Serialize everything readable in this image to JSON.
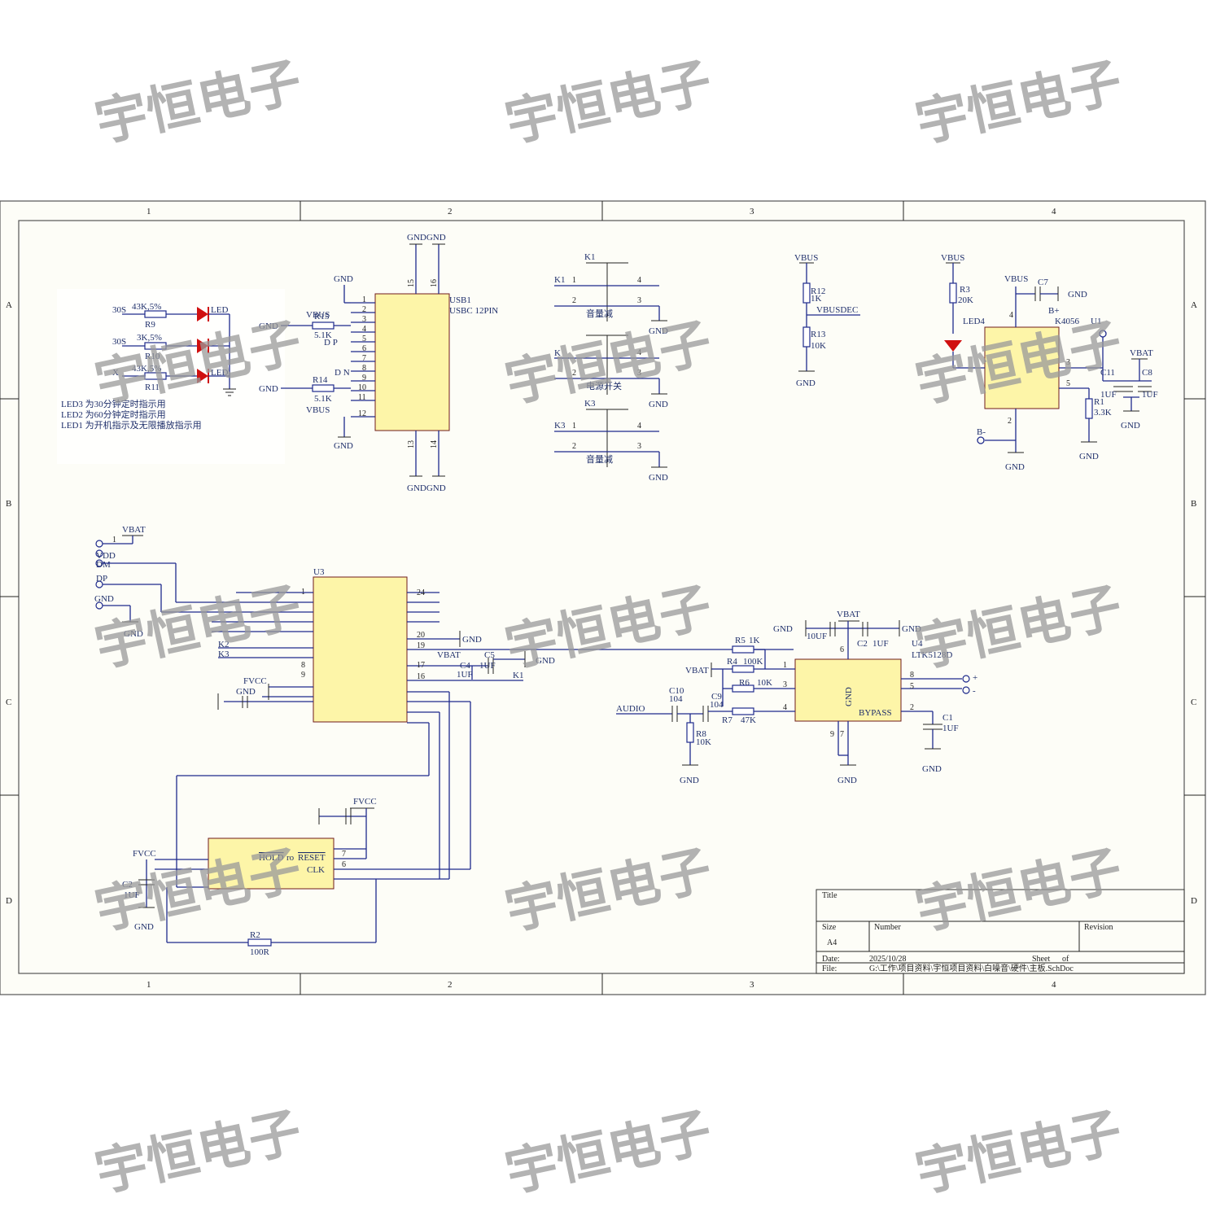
{
  "watermark": "宇恒电子",
  "colors": {
    "wire": "#1e2a8c",
    "chip_fill": "#fdf5a8",
    "chip_border": "#6f1b1b",
    "led": "#d01010",
    "text": "#1f2f6b",
    "sheet": "#fdfdf7"
  },
  "frame": {
    "columns": [
      "1",
      "2",
      "3",
      "4"
    ],
    "rows": [
      "A",
      "B",
      "C",
      "D"
    ]
  },
  "notes": {
    "line1": "LED3 为30分钟定时指示用",
    "line2": "LED2 为60分钟定时指示用",
    "line3": "LED1 为开机指示及无限播放指示用"
  },
  "leds": {
    "in1": "30S",
    "in2": "30S",
    "in3": "X",
    "r1_value": "43K,5%",
    "r2_name": "R9",
    "r2_value": "3K,5%",
    "r3_name": "R10",
    "r3_value": "43K,5%",
    "r4_name": "R11",
    "led_label": "LED"
  },
  "usb": {
    "ref": "USB1",
    "part": "USBC 12PIN",
    "gnd_top": "GNDGND",
    "gnd_bottom": "GNDGND",
    "pin15": "15",
    "pin16": "16",
    "pin13": "13",
    "pin14": "14",
    "pins": [
      "1",
      "2",
      "3",
      "4",
      "5",
      "6",
      "7",
      "8",
      "9",
      "10",
      "11",
      "12"
    ],
    "gnd_left": "GND",
    "vbus_left": "VBUS",
    "r15": "R15",
    "r15_val": "5.1K",
    "r14": "R14",
    "r14_val": "5.1K",
    "dp": "D P",
    "dn": "D N",
    "vbus_pin": "VBUS",
    "gnd1": "GND",
    "gnd2": "GND",
    "gnd3": "GND"
  },
  "switches": {
    "k1_ref": "K1",
    "k1_label": "K1",
    "k1_name": "音量减",
    "k1_gnd": "GND",
    "k2_ref": "K2",
    "k2_label": "K",
    "k2_name": "电源开关",
    "k2_gnd": "GND",
    "k3_ref": "K3",
    "k3_label": "K3",
    "k3_name": "音量减",
    "k3_gnd": "GND",
    "p1": "1",
    "p2": "2",
    "p3": "3",
    "p4": "4"
  },
  "vbusdet": {
    "vbus": "VBUS",
    "r12": "R12",
    "r12_val": "1K",
    "net": "VBUSDEC",
    "r13": "R13",
    "r13_val": "10K",
    "gnd": "GND"
  },
  "charger": {
    "vbus": "VBUS",
    "r3": "R3",
    "r3_val": "20K",
    "vbus2": "VBUS",
    "c7": "C7",
    "gnd_c7": "GND",
    "bplus": "B+",
    "part": "K4056",
    "ref": "U1",
    "led4": "LED4",
    "vbat": "VBAT",
    "c11": "C11",
    "c11_val": "1UF",
    "c8": "C8",
    "c8_val": "1UF",
    "r1": "R1",
    "r1_val": "3.3K",
    "bminus": "B-",
    "gnd1": "GND",
    "gnd2": "GND",
    "gnd3": "GND",
    "p4": "4",
    "p3": "3",
    "p5": "5",
    "p2": "2"
  },
  "mcu": {
    "ref": "U3",
    "vbat": "VBAT",
    "vdd": "VDD",
    "dm": "DM",
    "dp": "DP",
    "gnd": "GND",
    "gnd2": "GND",
    "k2": "K2",
    "k3": "K3",
    "fvcc": "FVCC",
    "gnd3": "GND",
    "pin1": "1",
    "pin24": "24",
    "pin20": "20",
    "pin19": "19",
    "pin17": "17",
    "pin16": "16",
    "pin8": "8",
    "pin9": "9",
    "gnd_r1": "GND",
    "vbat_r": "VBAT",
    "c5": "C5",
    "c4": "C4",
    "c4_val": "1UF",
    "c5_val": "1UF",
    "gnd_r2": "GND",
    "k1": "K1"
  },
  "flash": {
    "fvcc": "FVCC",
    "fvcc2": "FVCC",
    "sig1": "HOLD",
    "sig1b": "ro",
    "sig2": "RESET",
    "sig3": "CLK",
    "p7": "7",
    "p6": "6",
    "c2": "C2",
    "c2_val": "1UF",
    "gnd": "GND",
    "r2": "R2",
    "r2_val": "100R"
  },
  "amp": {
    "ref": "U4",
    "part": "LTK5128D",
    "vbat": "VBAT",
    "gnd_l": "GND",
    "c_l_val": "10UF",
    "c2": "C2",
    "c2_val": "1UF",
    "gnd_r": "GND",
    "p6": "6",
    "r5": "R5",
    "r5_val": "1K",
    "r4": "R4",
    "r4_val": "100K",
    "vbat2": "VBAT",
    "r6": "R6",
    "r6_val": "10K",
    "c10": "C10",
    "c10_val": "104",
    "c9": "C9",
    "c9_val": "104",
    "r7": "R7",
    "r7_val": "47K",
    "audio": "AUDIO",
    "r8": "R8",
    "r8_val": "10K",
    "gnd_pin": "GND",
    "bypass": "BYPASS",
    "c1": "C1",
    "c1_val": "1UF",
    "p1": "1",
    "p3": "3",
    "p4": "4",
    "p8": "8",
    "p5": "5",
    "p2": "2",
    "p9": "9",
    "p7": "7",
    "plus": "+",
    "minus": "-",
    "gnd1": "GND",
    "gnd2": "GND",
    "gnd3": "GND"
  },
  "titleblock": {
    "title_label": "Title",
    "size_label": "Size",
    "size_value": "A4",
    "number_label": "Number",
    "revision_label": "Revision",
    "date_label": "Date:",
    "date_value": "2025/10/28",
    "sheet_label": "Sheet",
    "of_label": "of",
    "file_label": "File:",
    "file_value": "G:\\工作\\项目资料\\宇恒项目资料\\白噪音\\硬件\\主板.SchDoc"
  }
}
